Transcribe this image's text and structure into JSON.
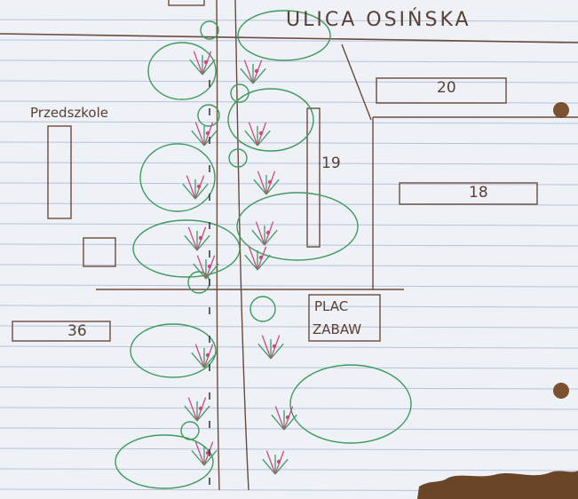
{
  "street_label": "ULICA OSIŃSKA",
  "school_label": "Przedszkole",
  "playground_label_line1": "PLAC",
  "playground_label_line2": "ZABAW",
  "buildings": [
    {
      "id": "20",
      "label": "20"
    },
    {
      "id": "19",
      "label": "19"
    },
    {
      "id": "18",
      "label": "18"
    },
    {
      "id": "36",
      "label": "36"
    }
  ],
  "colors": {
    "paper": "#eef1f6",
    "ruled_line": "#b9c2d8",
    "margin_line": "#d9a7ae",
    "pen_brown": "#6b4a3c",
    "tree_green": "#3e9a5e",
    "flower_pink": "#d0487f",
    "punch_hole": "#7a5230",
    "torn_edge": "#6b4527"
  }
}
